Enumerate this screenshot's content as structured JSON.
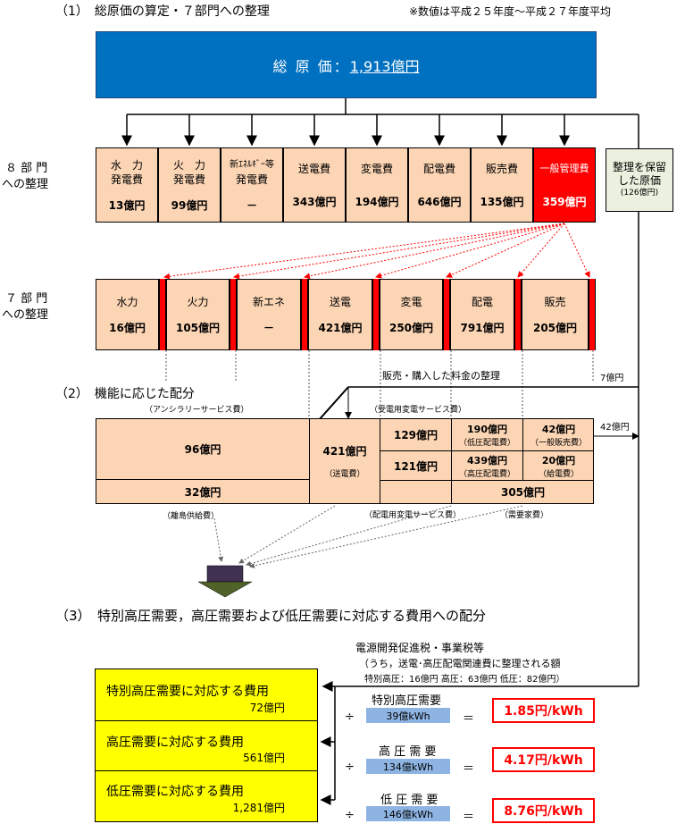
{
  "headings": {
    "s1": "（1）　総原価の算定・７部門への整理",
    "note": "※数値は平成２５年度～平成２７年度平均",
    "s2": "（2）　機能に応じた配分",
    "s3": "（3）　特別高圧需要，高圧需要および低圧需要に対応する費用への配分"
  },
  "total": {
    "label": "総 原 価：",
    "value": "1,913億円"
  },
  "row8_label": [
    "８ 部 門",
    "への整理"
  ],
  "row7_label": [
    "７ 部 門",
    "への整理"
  ],
  "dept8": [
    {
      "name1": "水　力",
      "name2": "発電費",
      "value": "13億円"
    },
    {
      "name1": "火　力",
      "name2": "発電費",
      "value": "99億円"
    },
    {
      "name1": "新ｴﾈﾙｷﾞｰ等",
      "name2": "発電費",
      "value": "－"
    },
    {
      "name1": "送電費",
      "name2": "",
      "value": "343億円"
    },
    {
      "name1": "変電費",
      "name2": "",
      "value": "194億円"
    },
    {
      "name1": "配電費",
      "name2": "",
      "value": "646億円"
    },
    {
      "name1": "販売費",
      "name2": "",
      "value": "135億円"
    },
    {
      "name1": "一般管理費",
      "name2": "",
      "value": "359億円"
    }
  ],
  "reserved": {
    "line1": "整理を保留",
    "line2": "した原価",
    "value": "(126億円)"
  },
  "dept7": [
    {
      "name": "水力",
      "value": "16億円"
    },
    {
      "name": "火力",
      "value": "105億円"
    },
    {
      "name": "新エネ",
      "value": "－"
    },
    {
      "name": "送電",
      "value": "421億円"
    },
    {
      "name": "変電",
      "value": "250億円"
    },
    {
      "name": "配電",
      "value": "791億円"
    },
    {
      "name": "販売",
      "value": "205億円"
    }
  ],
  "flow_labels": {
    "sales_purchase": "販売・購入した料金の整理",
    "seven": "7億円",
    "fortytwo": "42億円",
    "ancillary": "（アンシラリーサービス費）",
    "substation_service": "（受電用変電サービス費）",
    "remote_island": "（離島供給費）",
    "distribution_service": "（配電用変電サービス費）",
    "customer": "（需要家費）"
  },
  "matrix": {
    "a_top": "96億円",
    "a_bottom": "32億円",
    "transmission_value": "421億円",
    "transmission_label": "（送電費）",
    "sub_top": "129億円",
    "sub_bottom": "121億円",
    "low_dist_value": "190億円",
    "low_dist_label": "（低圧配電費）",
    "high_dist_value": "439億円",
    "high_dist_label": "（高圧配電費）",
    "gen_sales_value": "42億円",
    "gen_sales_label": "（一般販売費）",
    "pay_value": "20億円",
    "pay_label": "（給電費）",
    "customer_total": "305億円"
  },
  "tax": {
    "line1": "電源開発促進税・事業税等",
    "line2": "（うち，送電･高圧配電関連費に整理される額",
    "line3": "特別高圧：16億円 高圧：63億円 低圧：82億円）"
  },
  "results": [
    {
      "label": "特別高圧需要に対応する費用",
      "cost": "72億円",
      "demand_name": "特別高圧需要",
      "kwh": "39億kWh",
      "unit": "1.85円/kWh"
    },
    {
      "label": "高圧需要に対応する費用",
      "cost": "561億円",
      "demand_name": "高 圧 需 要",
      "kwh": "134億kWh",
      "unit": "4.17円/kWh"
    },
    {
      "label": "低圧需要に対応する費用",
      "cost": "1,281億円",
      "demand_name": "低 圧 需 要",
      "kwh": "146億kWh",
      "unit": "8.76円/kWh"
    }
  ],
  "ops": {
    "divide": "÷",
    "equals": "＝"
  },
  "colors": {
    "blue_box": "#0070c0",
    "peach": "#fcd5b5",
    "red": "#ff0000",
    "green_box": "#ebf1de",
    "yellow": "#ffff00",
    "kwh_blue": "#8db4e2"
  }
}
